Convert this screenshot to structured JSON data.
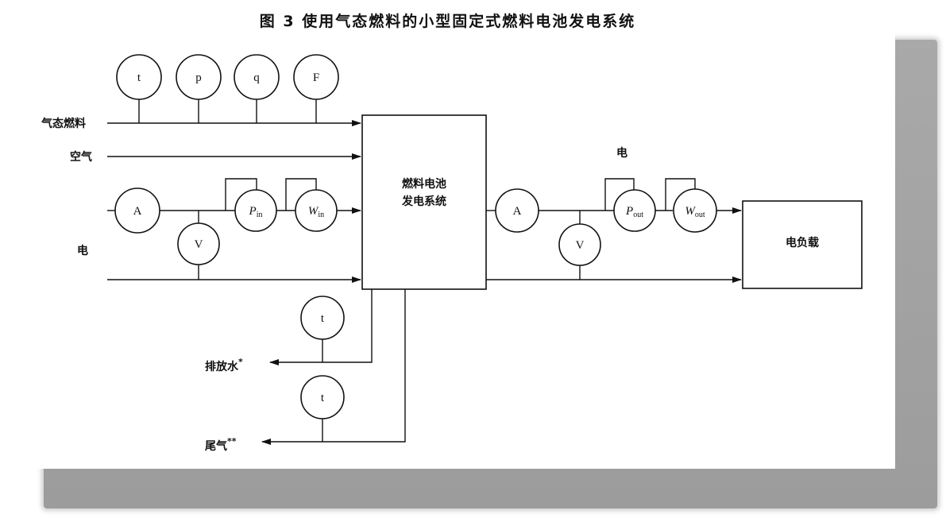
{
  "title": "图 3   使用气态燃料的小型固定式燃料电池发电系统",
  "inputs": {
    "gas_fuel": "气态燃料",
    "air": "空气",
    "electricity": "电"
  },
  "fuel_meters": [
    "t",
    "p",
    "q",
    "F"
  ],
  "input_meters": {
    "ammeter": "A",
    "voltmeter": "V",
    "power_symbol": "P",
    "power_sub": "in",
    "energy_symbol": "W",
    "energy_sub": "in"
  },
  "system_box": {
    "line1": "燃料电池",
    "line2": "发电系统"
  },
  "output_label": "电",
  "output_meters": {
    "ammeter": "A",
    "voltmeter": "V",
    "power_symbol": "P",
    "power_sub": "out",
    "energy_symbol": "W",
    "energy_sub": "out"
  },
  "load_box": "电负载",
  "outputs": {
    "drain_water": "排放水",
    "drain_mark": "*",
    "exhaust": "尾气",
    "exhaust_mark": "**"
  },
  "temp_meters": [
    "t",
    "t"
  ]
}
